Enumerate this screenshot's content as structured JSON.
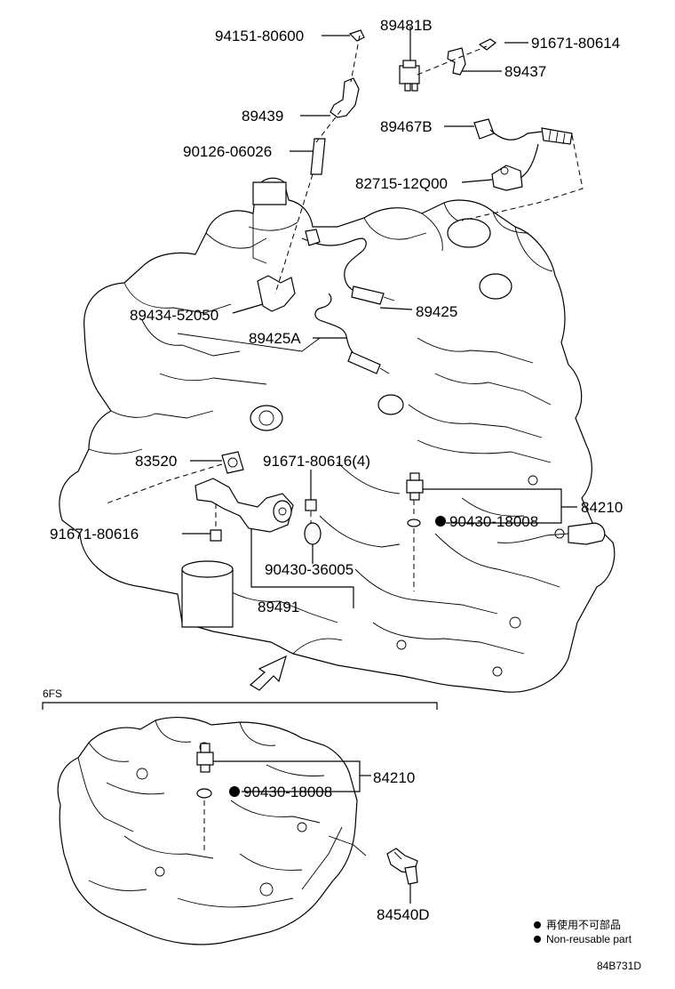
{
  "parts": {
    "p94151": "94151-80600",
    "p89481B": "89481B",
    "p91671_80614": "91671-80614",
    "p89437": "89437",
    "p89439": "89439",
    "p89467B": "89467B",
    "p90126": "90126-06026",
    "p82715": "82715-12Q00",
    "p89434": "89434-52050",
    "p89425": "89425",
    "p89425A": "89425A",
    "p83520": "83520",
    "p91671_80616_4": "91671-80616(4)",
    "p84210_a": "84210",
    "p90430_18008_a": "90430-18008",
    "p91671_80616": "91671-80616",
    "p90430_36005": "90430-36005",
    "p89491": "89491",
    "p84210_b": "84210",
    "p90430_18008_b": "90430-18008",
    "p84540D": "84540D"
  },
  "section_label": "6FS",
  "legend": {
    "jp": "再使用不可部品",
    "en": "Non-reusable part"
  },
  "figure_code": "84B731D"
}
